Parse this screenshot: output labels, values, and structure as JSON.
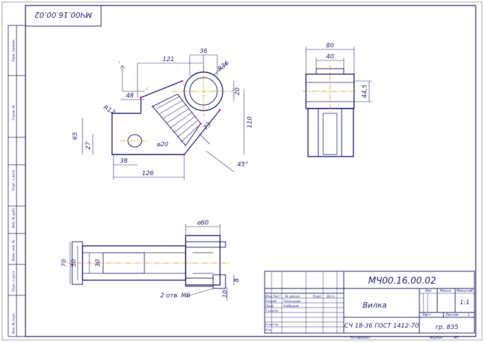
{
  "drawing": {
    "designation": "МЧ00.16.00.02",
    "designation_mirrored": "МЧ00.16.00.02",
    "part_name": "Вилка",
    "material": "СЧ 18-36 ГОСТ 1412-70",
    "scale": "1:1",
    "sheet": "1",
    "group": "гр. 835",
    "copied_label": "Копировал",
    "format_label": "Формат",
    "format_value": "А3"
  },
  "title_block": {
    "lit_label": "Лит",
    "mass_label": "Масса",
    "scale_label": "Масштаб",
    "sheet_label": "Лист",
    "sheets_label": "Листов",
    "rows": [
      {
        "role": "Изм",
        "doc": "Лист",
        "num": "№ докум.",
        "sign": "Подп.",
        "date": "Дата"
      },
      {
        "role": "Разраб",
        "name": "Тихонцова"
      },
      {
        "role": "Пров.",
        "name": "Хайбаров"
      },
      {
        "role": "Т.контр",
        "name": ""
      },
      {
        "role": "Н.контр",
        "name": ""
      },
      {
        "role": "Утв",
        "name": ""
      }
    ]
  },
  "left_strip": {
    "labels": [
      "Перв. примен.",
      "Справ. №",
      "Подп. и дата",
      "Инв. № дубл.",
      "Взам. инв. №",
      "Подп. и дата",
      "Инв. № подл."
    ]
  },
  "dimensions": {
    "d121": "121",
    "d36": "36",
    "r36": "R36",
    "d20": "20",
    "d48": "48",
    "r12": "R12",
    "d110": "110",
    "d73": "73",
    "d65": "65",
    "d27": "27",
    "phi20": "⌀20",
    "d38": "38",
    "d126": "126",
    "a45": "45°",
    "d80": "80",
    "d40": "40",
    "d44_5": "44,5",
    "phi60": "⌀60",
    "d70": "70",
    "d50": "50",
    "d30": "30",
    "d8": "8",
    "d10": "10",
    "holes": "2 отв. М6"
  },
  "axes": {
    "x": "X",
    "y": "Y"
  },
  "colors": {
    "ink": "#1a1a6e",
    "axis": "#d08a00",
    "vertex": "#cc00cc"
  }
}
